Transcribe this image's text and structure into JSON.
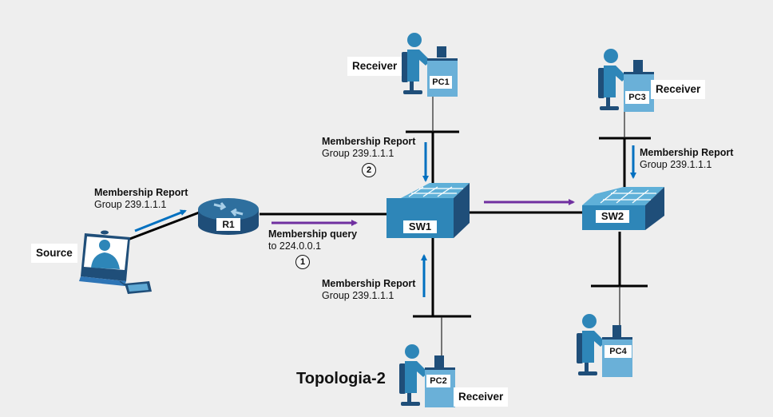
{
  "diagram": {
    "title": "Topologia-2",
    "colors": {
      "background": "#eeeeee",
      "query_arrow": "#7030a0",
      "report_arrow": "#0070c0",
      "link": "#000000",
      "device_dark": "#1f4e79",
      "device_mid": "#2e75b6",
      "device_light": "#5fa9d4"
    },
    "devices": {
      "source": {
        "label": "Source",
        "icon": "video-endpoint-icon"
      },
      "r1": {
        "label": "R1",
        "icon": "router-icon"
      },
      "sw1": {
        "label": "SW1",
        "icon": "switch-icon"
      },
      "sw2": {
        "label": "SW2",
        "icon": "switch-icon"
      },
      "pc1": {
        "label": "PC1",
        "role": "Receiver",
        "icon": "user-workstation-icon"
      },
      "pc2": {
        "label": "PC2",
        "role": "Receiver",
        "icon": "user-workstation-icon"
      },
      "pc3": {
        "label": "PC3",
        "role": "Receiver",
        "icon": "user-workstation-icon"
      },
      "pc4": {
        "label": "PC4",
        "icon": "user-workstation-icon"
      }
    },
    "annotations": {
      "source_report": {
        "line1": "Membership Report",
        "line2": "Group 239.1.1.1"
      },
      "query": {
        "line1": "Membership query",
        "line2": "to 224.0.0.1",
        "step": "1"
      },
      "pc1_report": {
        "line1": "Membership Report",
        "line2": "Group 239.1.1.1",
        "step": "2"
      },
      "pc2_report": {
        "line1": "Membership Report",
        "line2": "Group 239.1.1.1"
      },
      "pc3_report": {
        "line1": "Membership Report",
        "line2": "Group 239.1.1.1"
      }
    }
  }
}
